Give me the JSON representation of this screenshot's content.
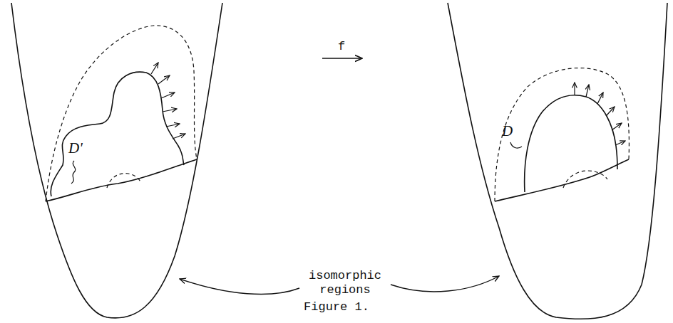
{
  "diagram": {
    "caption": "Figure 1.",
    "labels": [
      "D'",
      "f",
      "D",
      "isomorphic regions"
    ]
  }
}
